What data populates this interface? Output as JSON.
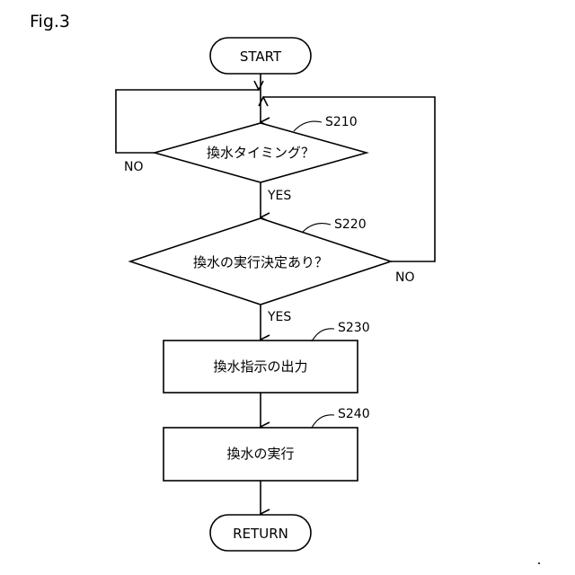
{
  "figure_label": "Fig.3",
  "nodes": {
    "start": "START",
    "decision1": "換水タイミング？",
    "decision2": "換水の実行決定あり？",
    "process1": "換水指示の出力",
    "process2": "換水の実行",
    "end": "RETURN"
  },
  "step_ids": {
    "s210": "S210",
    "s220": "S220",
    "s230": "S230",
    "s240": "S240"
  },
  "branches": {
    "d1_no": "NO",
    "d1_yes": "YES",
    "d2_no": "NO",
    "d2_yes": "YES"
  }
}
